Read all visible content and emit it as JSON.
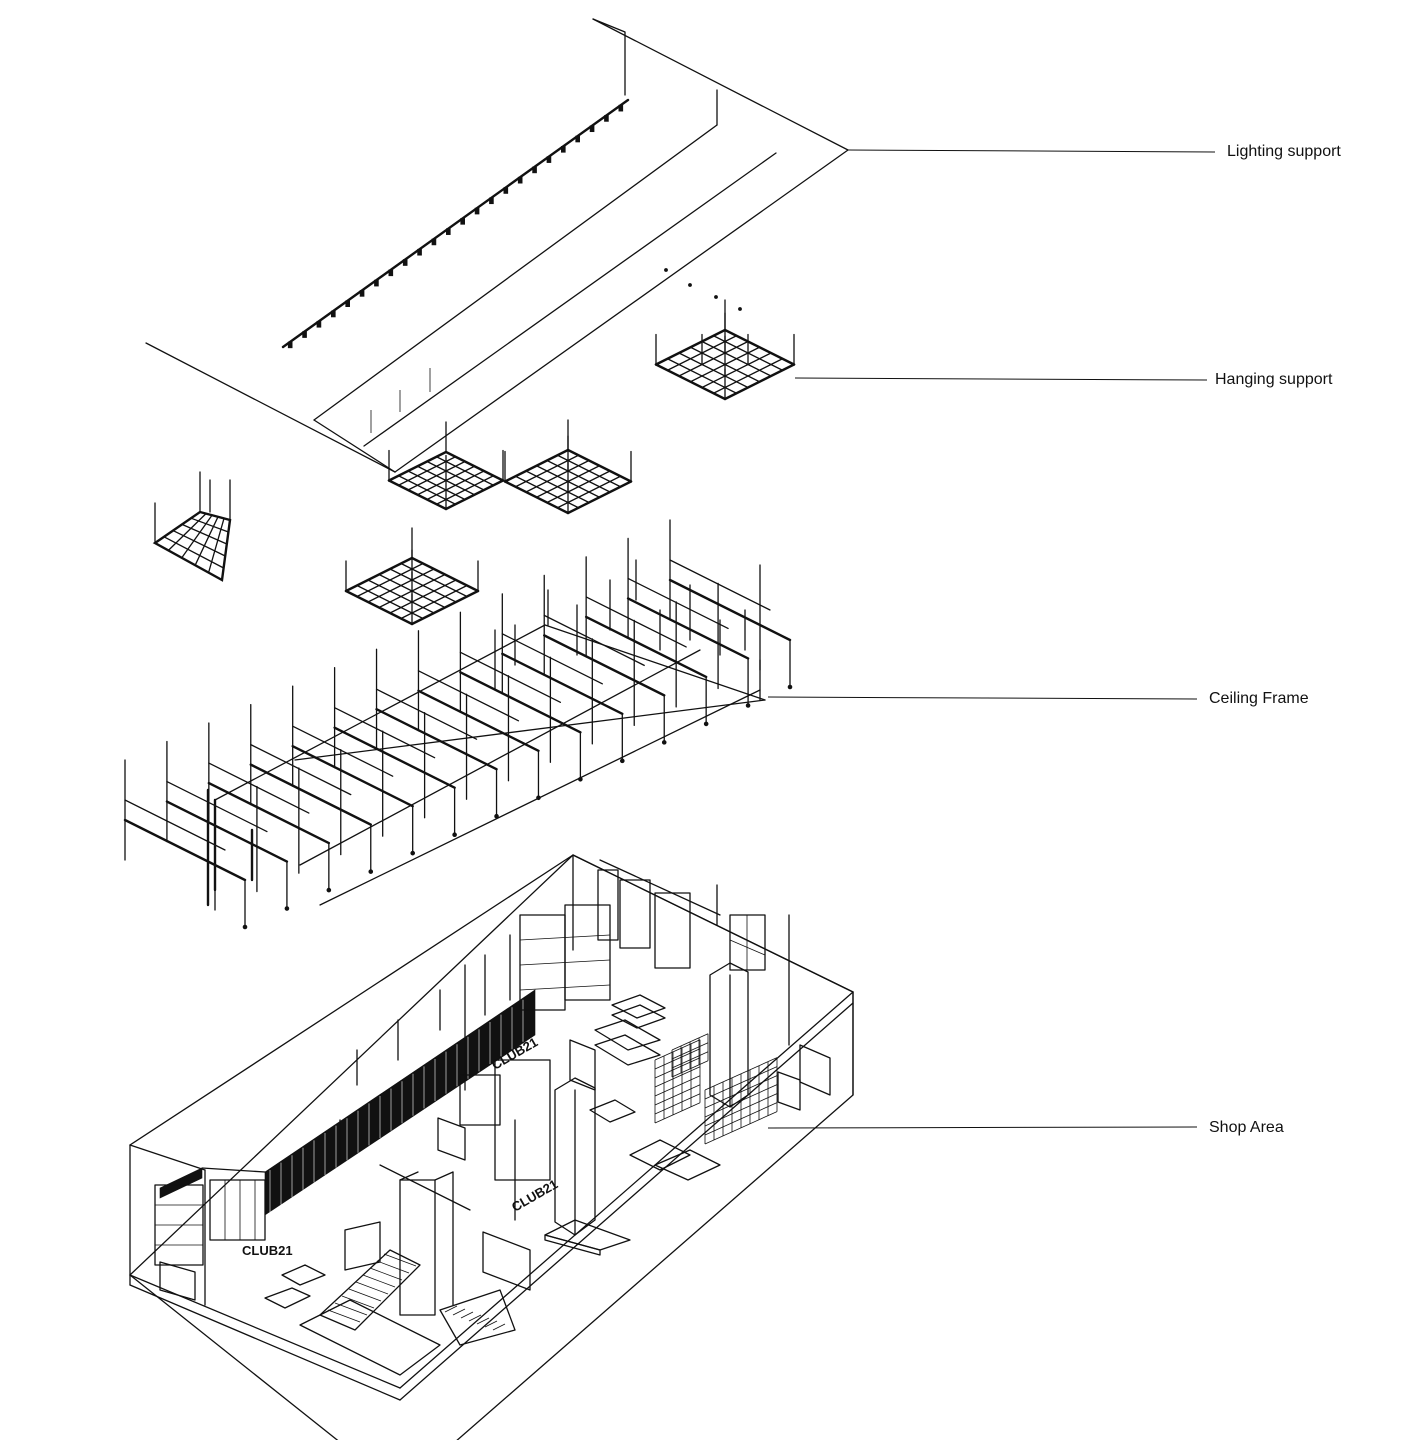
{
  "labels": {
    "lighting": "Lighting support",
    "hanging": "Hanging support",
    "ceiling": "Ceiling Frame",
    "shop": "Shop Area"
  },
  "colors": {
    "line": "#111111",
    "background": "#ffffff"
  }
}
